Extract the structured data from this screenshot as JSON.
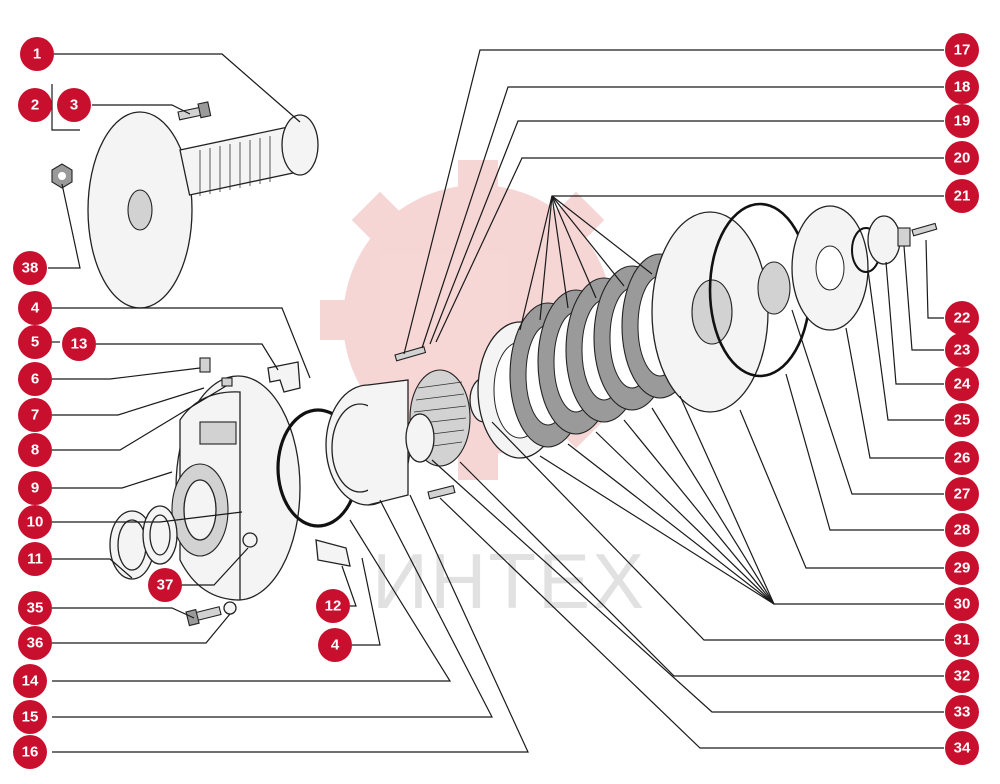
{
  "watermark": {
    "text": "ИНТЕХ"
  },
  "callouts": [
    {
      "n": "1"
    },
    {
      "n": "2"
    },
    {
      "n": "3"
    },
    {
      "n": "38"
    },
    {
      "n": "4"
    },
    {
      "n": "5"
    },
    {
      "n": "13"
    },
    {
      "n": "6"
    },
    {
      "n": "7"
    },
    {
      "n": "8"
    },
    {
      "n": "9"
    },
    {
      "n": "10"
    },
    {
      "n": "11"
    },
    {
      "n": "37"
    },
    {
      "n": "35"
    },
    {
      "n": "36"
    },
    {
      "n": "12"
    },
    {
      "n": "4"
    },
    {
      "n": "14"
    },
    {
      "n": "15"
    },
    {
      "n": "16"
    },
    {
      "n": "17"
    },
    {
      "n": "18"
    },
    {
      "n": "19"
    },
    {
      "n": "20"
    },
    {
      "n": "21"
    },
    {
      "n": "22"
    },
    {
      "n": "23"
    },
    {
      "n": "24"
    },
    {
      "n": "25"
    },
    {
      "n": "26"
    },
    {
      "n": "27"
    },
    {
      "n": "28"
    },
    {
      "n": "29"
    },
    {
      "n": "30"
    },
    {
      "n": "31"
    },
    {
      "n": "32"
    },
    {
      "n": "33"
    },
    {
      "n": "34"
    }
  ],
  "colors": {
    "callout": "#c8102e",
    "watermark_gear": "#e88a8a"
  }
}
